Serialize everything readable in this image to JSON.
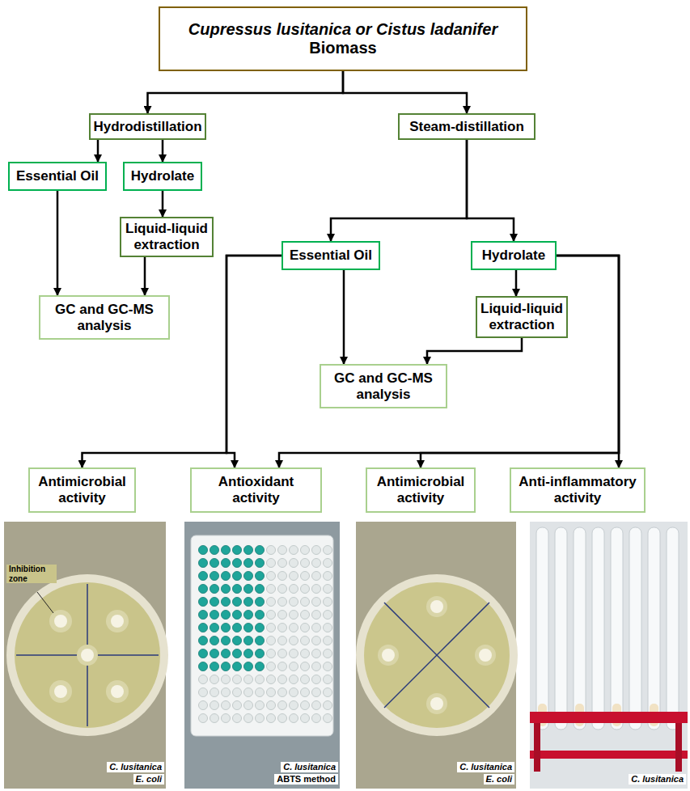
{
  "diagram": {
    "nodes": [
      {
        "text": [
          "Cupressus lusitanica or Cistus ladanifer",
          "Biomass"
        ]
      },
      {
        "text": [
          "Hydrodistillation"
        ]
      },
      {
        "text": [
          "Steam-distillation"
        ]
      },
      {
        "text": [
          "Essential Oil"
        ]
      },
      {
        "text": [
          "Hydrolate"
        ]
      },
      {
        "text": [
          "Liquid-liquid extraction"
        ]
      },
      {
        "text": [
          "GC and GC-MS analysis"
        ]
      },
      {
        "text": [
          "Essential Oil"
        ]
      },
      {
        "text": [
          "Hydrolate"
        ]
      },
      {
        "text": [
          "Liquid-liquid extraction"
        ]
      },
      {
        "text": [
          "GC and GC-MS analysis"
        ]
      },
      {
        "text": [
          "Antimicrobial activity"
        ]
      },
      {
        "text": [
          "Antioxidant activity"
        ]
      },
      {
        "text": [
          "Antimicrobial activity"
        ]
      },
      {
        "text": [
          "Anti-inflammatory activity"
        ]
      }
    ],
    "edges": [
      {
        "from": 0,
        "to": 1,
        "arrow": "to"
      },
      {
        "from": 0,
        "to": 2,
        "arrow": "to"
      },
      {
        "from": 1,
        "to": 3,
        "arrow": "to"
      },
      {
        "from": 1,
        "to": 4,
        "arrow": "to"
      },
      {
        "from": 4,
        "to": 5,
        "arrow": "to"
      },
      {
        "from": 3,
        "to": 6,
        "arrow": "to"
      },
      {
        "from": 5,
        "to": 6,
        "arrow": "to"
      },
      {
        "from": 2,
        "to": 7,
        "arrow": "to"
      },
      {
        "from": 2,
        "to": 8,
        "arrow": "to"
      },
      {
        "from": 8,
        "to": 9,
        "arrow": "to"
      },
      {
        "from": 7,
        "to": 10,
        "arrow": "to"
      },
      {
        "from": 9,
        "to": 10,
        "arrow": "to"
      },
      {
        "from": 7,
        "to": 11,
        "arrow": "to"
      },
      {
        "from": 7,
        "to": 12,
        "arrow": "to"
      },
      {
        "from": 8,
        "to": 12,
        "arrow": "to"
      },
      {
        "from": 8,
        "to": 13,
        "arrow": "to"
      },
      {
        "from": 8,
        "to": 14,
        "arrow": "to"
      }
    ],
    "labels": [
      "Inhibition zone",
      "C. lusitanica",
      "E. coli",
      "C. lusitanica",
      "ABTS method",
      "C. lusitanica",
      "E. coli",
      "C. lusitanica"
    ]
  }
}
